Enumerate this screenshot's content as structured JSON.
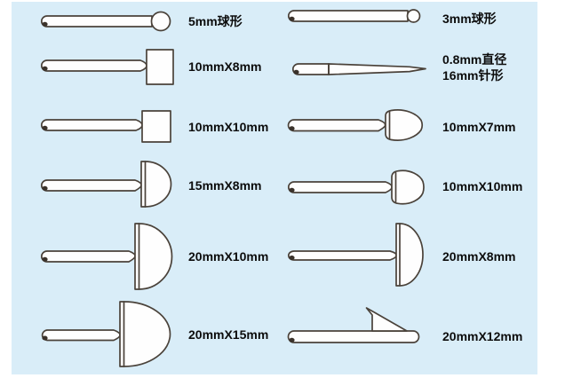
{
  "diagram": {
    "panel_background": "#d9edf8",
    "shape_outline_color": "#4a423a",
    "shape_fill_color": "#fefefe",
    "label_text_color": "#0c0c0c"
  },
  "items": [
    {
      "side": "left",
      "row": 1,
      "shape": "ball-tip",
      "label": "5mm球形"
    },
    {
      "side": "left",
      "row": 2,
      "shape": "square-tip",
      "label": "10mmX8mm"
    },
    {
      "side": "left",
      "row": 3,
      "shape": "square-tip",
      "label": "10mmX10mm"
    },
    {
      "side": "left",
      "row": 4,
      "shape": "half-round-tip",
      "label": "15mmX8mm"
    },
    {
      "side": "left",
      "row": 5,
      "shape": "half-round-tip",
      "label": "20mmX10mm"
    },
    {
      "side": "left",
      "row": 6,
      "shape": "half-round-tip",
      "label": "20mmX15mm"
    },
    {
      "side": "right",
      "row": 1,
      "shape": "ball-tip",
      "label": "3mm球形"
    },
    {
      "side": "right",
      "row": 2,
      "shape": "needle-tip",
      "label": "0.8mm直径",
      "label2": "16mm针形"
    },
    {
      "side": "right",
      "row": 3,
      "shape": "dome-tip",
      "label": "10mmX7mm"
    },
    {
      "side": "right",
      "row": 4,
      "shape": "dome-tip",
      "label": "10mmX10mm"
    },
    {
      "side": "right",
      "row": 5,
      "shape": "half-round-tip",
      "label": "20mmX8mm"
    },
    {
      "side": "right",
      "row": 6,
      "shape": "angled-scraper-tip",
      "label": "20mmX12mm"
    }
  ]
}
